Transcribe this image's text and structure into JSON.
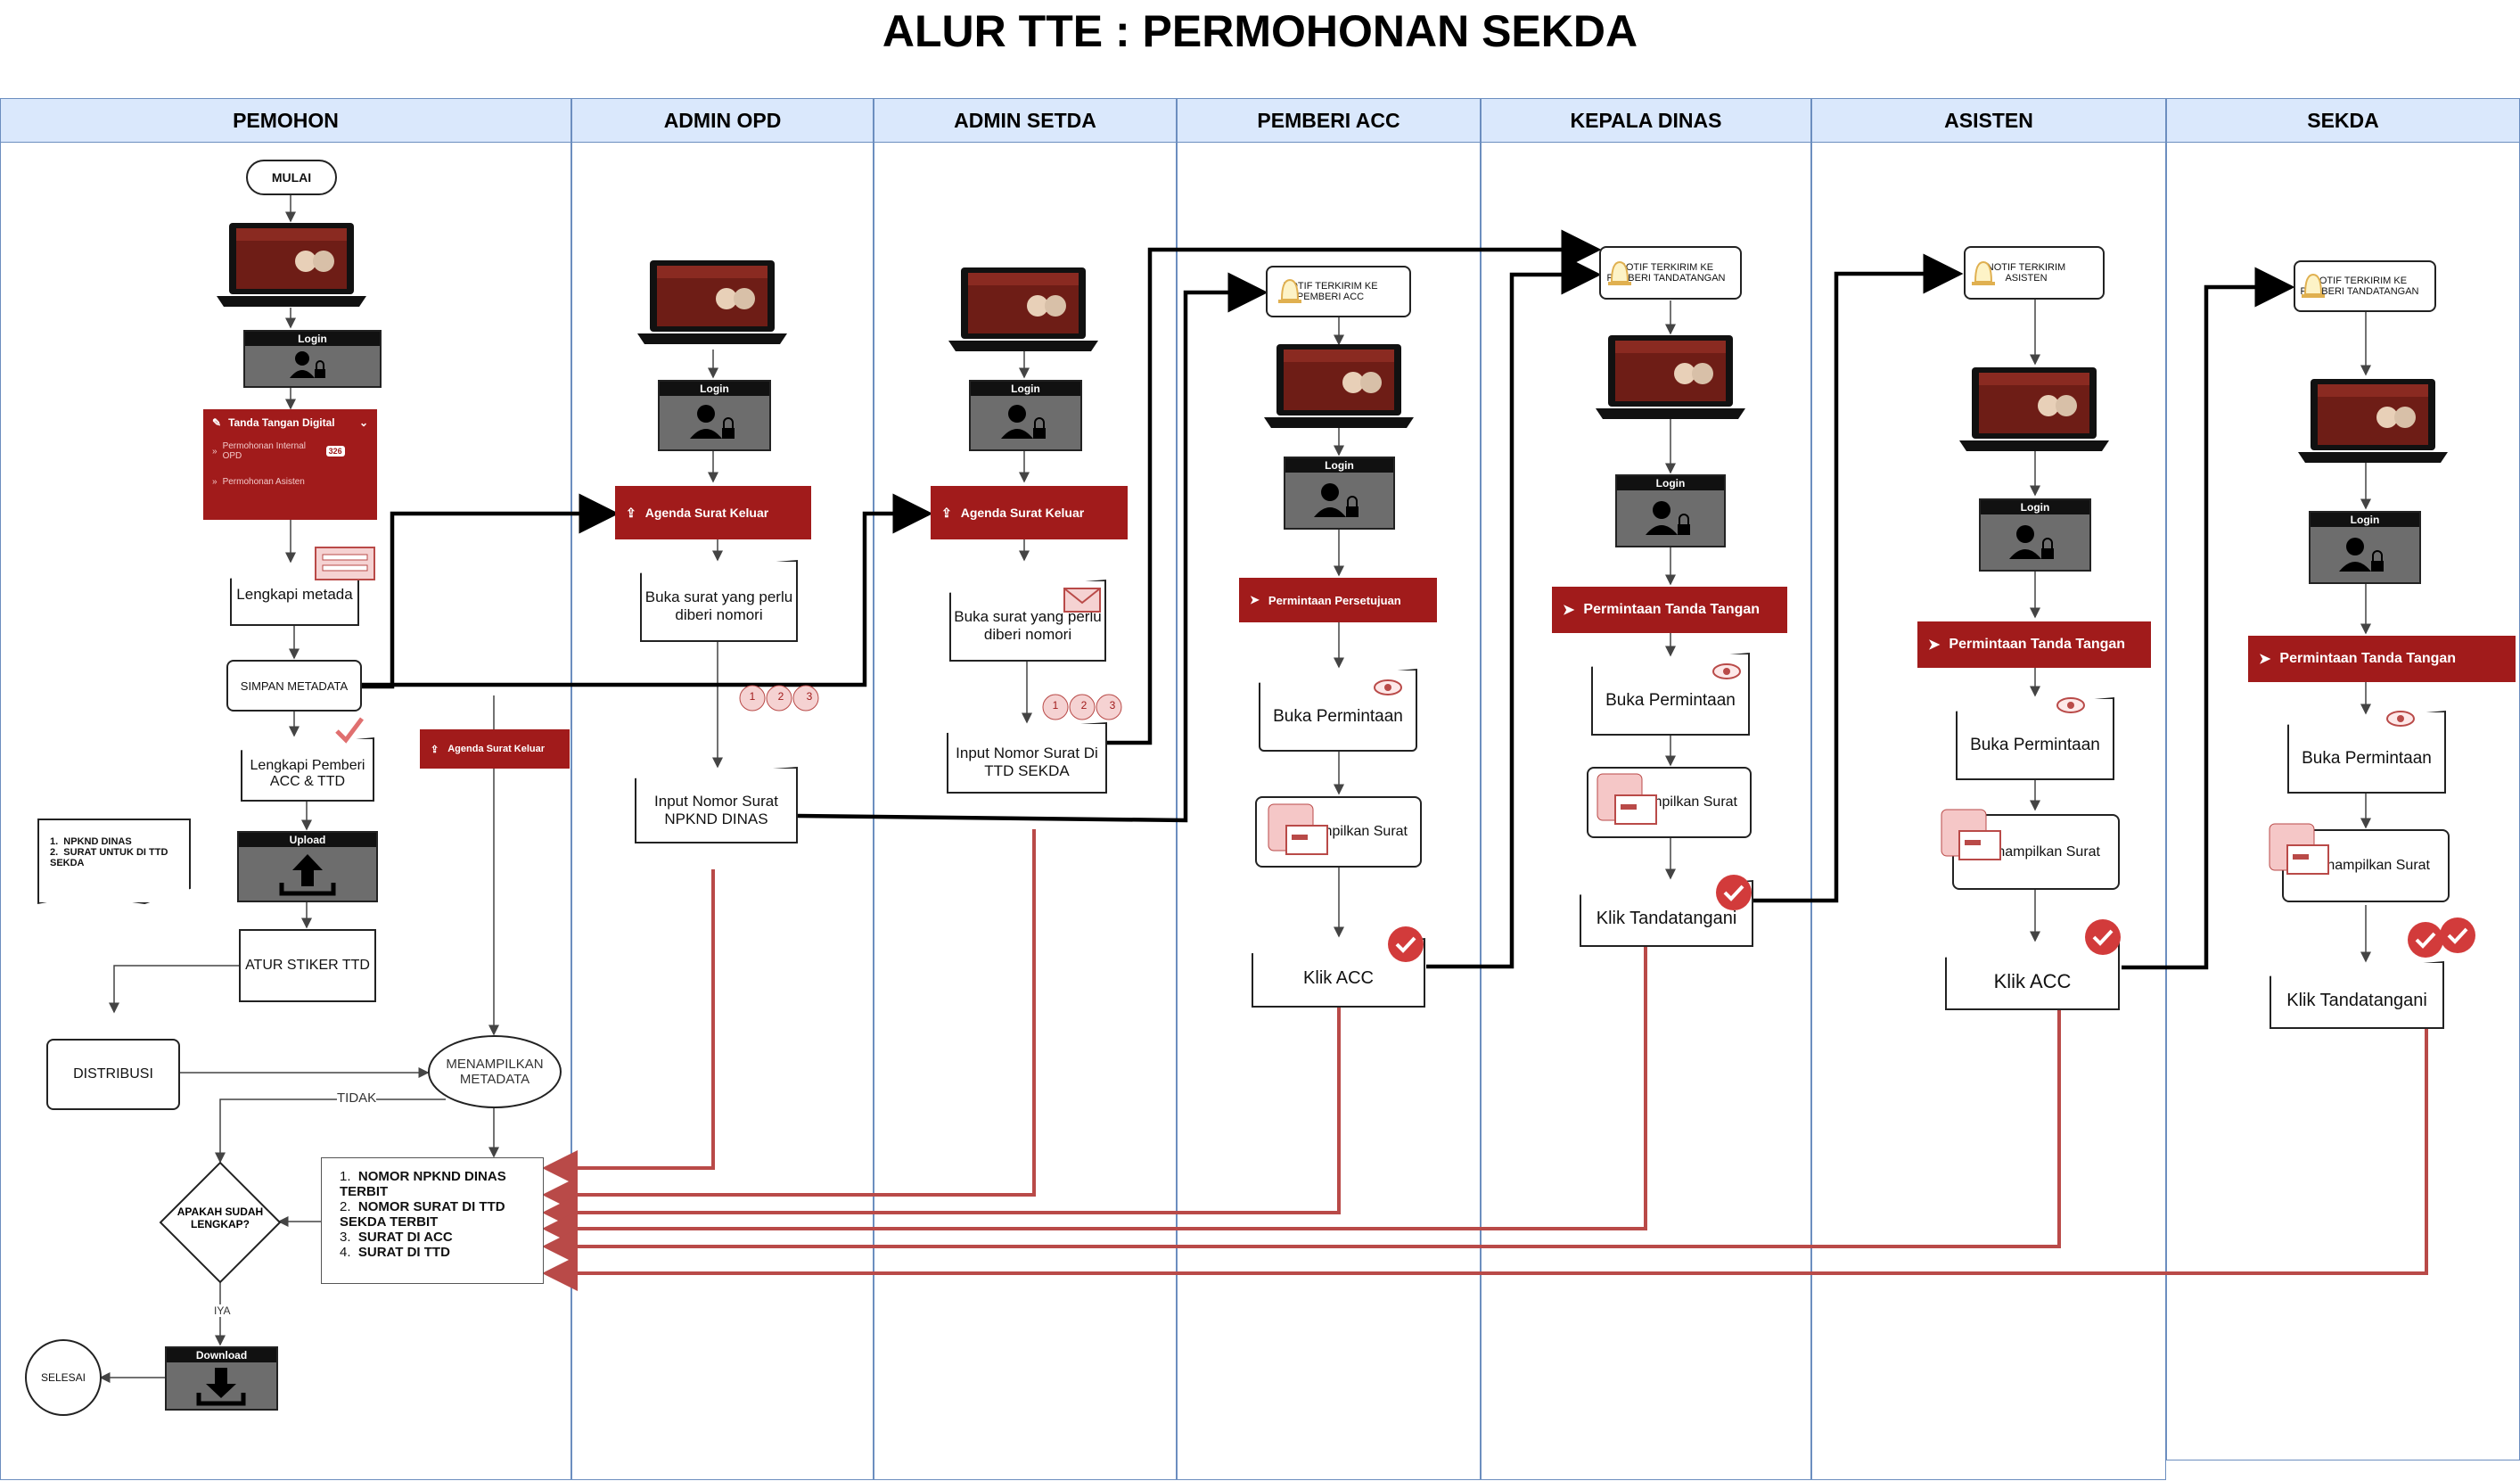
{
  "title": "ALUR TTE : PERMOHONAN SEKDA",
  "lanes": [
    "PEMOHON",
    "ADMIN OPD",
    "ADMIN SETDA",
    "PEMBERI ACC",
    "KEPALA DINAS",
    "ASISTEN",
    "SEKDA"
  ],
  "pemohon": {
    "mulai": "MULAI",
    "login": "Login",
    "panel_title": "Tanda Tangan Digital",
    "panel_item1": "Permohonan Internal OPD",
    "panel_badge": "326",
    "panel_item2": "Permohonan Asisten",
    "lengkapi_metada": "Lengkapi metada",
    "simpan_metadata": "SIMPAN METADATA",
    "lengkapi_pemberi": "Lengkapi Pemberi ACC & TTD",
    "upload": "Upload",
    "doc_item1": "NPKND DINAS",
    "doc_item2": "SURAT UNTUK DI TTD SEKDA",
    "atur_stiker": "ATUR STIKER TTD",
    "distribusi": "DISTRIBUSI",
    "menampilkan_metadata": "MENAMPILKAN METADATA",
    "tidak": "TIDAK",
    "apakah": "APAKAH SUDAH LENGKAP?",
    "iya": "IYA",
    "download": "Download",
    "selesai": "SELESAI",
    "agenda": "Agenda Surat Keluar",
    "result_list": [
      "NOMOR NPKND DINAS TERBIT",
      "NOMOR  SURAT DI TTD SEKDA TERBIT",
      "SURAT DI ACC",
      "SURAT DI TTD"
    ]
  },
  "admin_opd": {
    "login": "Login",
    "agenda": "Agenda Surat Keluar",
    "buka": "Buka surat yang perlu diberi nomori",
    "input": "Input Nomor Surat NPKND DINAS",
    "steps": [
      "1",
      "2",
      "3"
    ]
  },
  "admin_setda": {
    "login": "Login",
    "agenda": "Agenda Surat Keluar",
    "buka": "Buka surat yang perlu diberi nomori",
    "input": "Input Nomor Surat Di TTD SEKDA",
    "steps": [
      "1",
      "2",
      "3"
    ]
  },
  "pemberi_acc": {
    "notif": "NOTIF TERKIRIM KE PEMBERI ACC",
    "login": "Login",
    "permintaan": "Permintaan Persetujuan",
    "buka": "Buka Permintaan",
    "tampil": "Menampilkan Surat",
    "klik": "Klik ACC"
  },
  "kepala_dinas": {
    "notif": "NOTIF TERKIRIM KE PEMBERI TANDATANGAN",
    "login": "Login",
    "permintaan": "Permintaan Tanda Tangan",
    "buka": "Buka Permintaan",
    "tampil": "Menampilkan Surat",
    "klik": "Klik Tandatangani"
  },
  "asisten": {
    "notif": "NOTIF TERKIRIM ASISTEN",
    "login": "Login",
    "permintaan": "Permintaan Tanda Tangan",
    "buka": "Buka Permintaan",
    "tampil": "Menampilkan Surat",
    "klik": "Klik ACC"
  },
  "sekda": {
    "notif": "NOTIF TERKIRIM KE PEMBERI TANDATANGAN",
    "login": "Login",
    "permintaan": "Permintaan Tanda Tangan",
    "buka": "Buka Permintaan",
    "tampil": "Menampilkan Surat",
    "klik": "Klik Tandatangani"
  },
  "colors": {
    "lane_header": "#dae8fc",
    "lane_border": "#6c8ebf",
    "accent_red": "#a11b1b",
    "flow_red": "#b94a48"
  }
}
